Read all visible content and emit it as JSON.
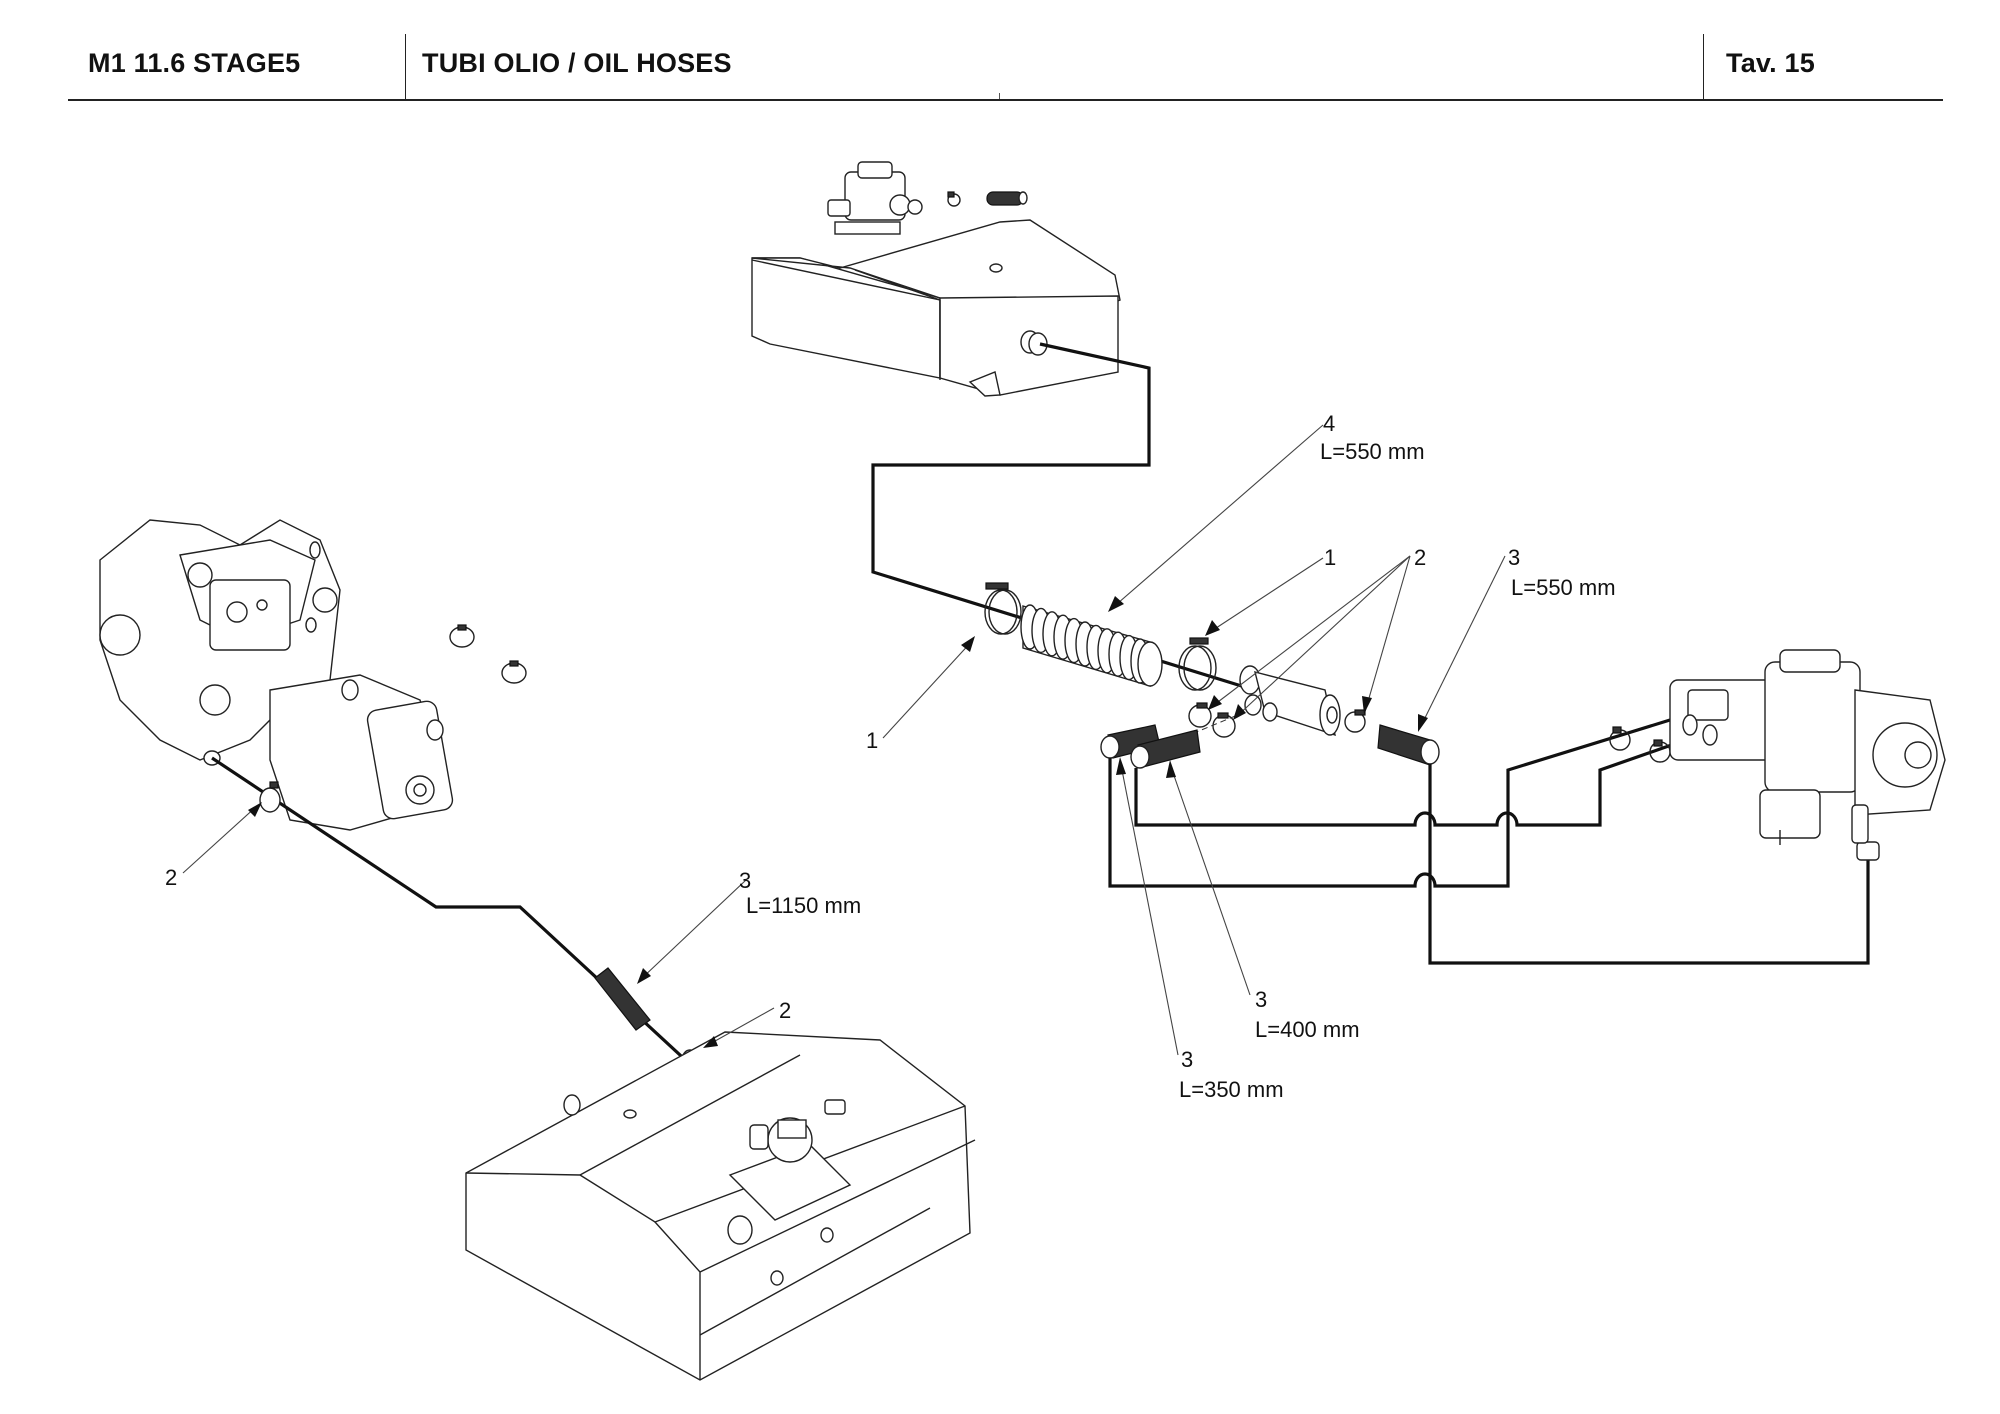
{
  "header": {
    "model": "M1 11.6 STAGE5",
    "title": "TUBI OLIO / OIL HOSES",
    "table_ref": "Tav.  15"
  },
  "callouts": [
    {
      "id": "c4-hose",
      "item": "4",
      "length": "L=550 mm"
    },
    {
      "id": "c1-clamp-right",
      "item": "1",
      "length": ""
    },
    {
      "id": "c2-clamps-center",
      "item": "2",
      "length": ""
    },
    {
      "id": "c3-hose-550",
      "item": "3",
      "length": "L=550 mm"
    },
    {
      "id": "c1-clamp-left",
      "item": "1",
      "length": ""
    },
    {
      "id": "c3-hose-400",
      "item": "3",
      "length": "L=400 mm"
    },
    {
      "id": "c3-hose-350",
      "item": "3",
      "length": "L=350 mm"
    },
    {
      "id": "c2-clamp-pump",
      "item": "2",
      "length": ""
    },
    {
      "id": "c3-hose-1150",
      "item": "3",
      "length": "L=1150 mm"
    },
    {
      "id": "c2-clamp-tank",
      "item": "2",
      "length": ""
    }
  ],
  "components": [
    {
      "name": "upper-oil-tank"
    },
    {
      "name": "lower-oil-tank"
    },
    {
      "name": "left-hydraulic-pump"
    },
    {
      "name": "right-hydraulic-pump"
    },
    {
      "name": "oil-filter-manifold"
    }
  ],
  "colors": {
    "ink": "#111111",
    "background": "#ffffff"
  }
}
